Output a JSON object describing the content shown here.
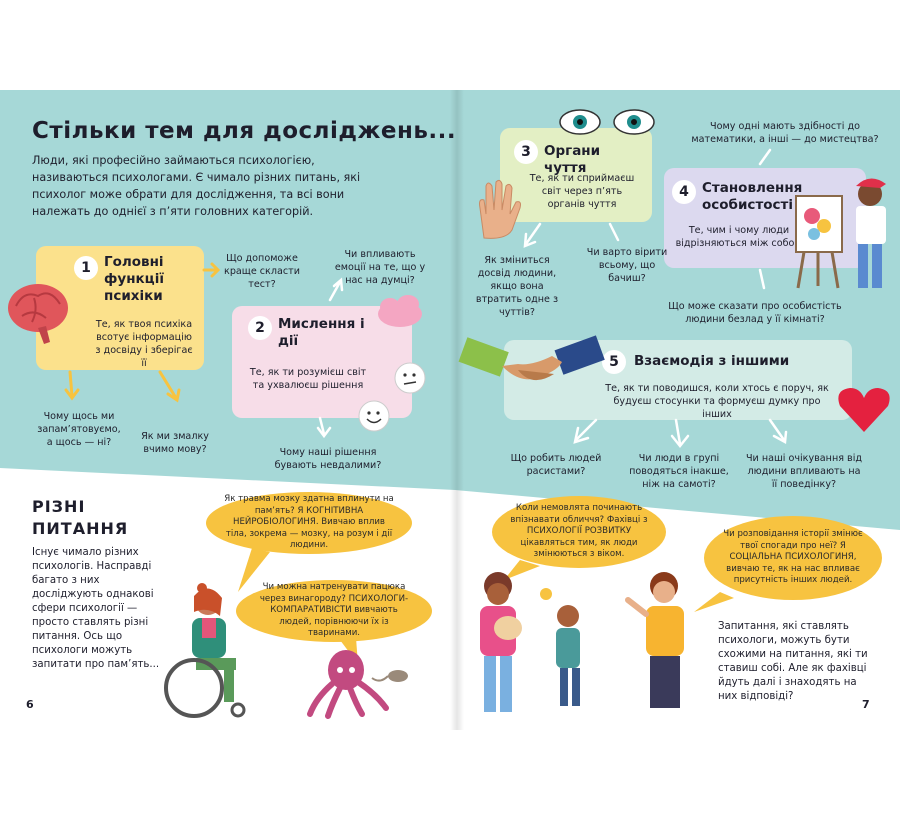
{
  "title": "Стільки тем для досліджень...",
  "intro": "Люди, які професійно займаються психологією, називаються психологами. Є чимало різних питань, які психолог може обрати для дослідження, та всі вони належать до однієї з п’яти головних категорій.",
  "categories": [
    {
      "num": "1",
      "title": "Головні функції психіки",
      "text": "Те, як твоя психіка всотує інформацію з досвіду і зберігає її"
    },
    {
      "num": "2",
      "title": "Мислення і дії",
      "text": "Те, як ти розумієш світ та ухвалюєш рішення"
    },
    {
      "num": "3",
      "title": "Органи чуття",
      "text": "Те, як ти сприймаєш світ через п’ять органів чуття"
    },
    {
      "num": "4",
      "title": "Становлення особистості",
      "text": "Те, чим і чому люди відрізняються між собою"
    },
    {
      "num": "5",
      "title": "Взаємодія з іншими",
      "text": "Те, як ти поводишся, коли хтось є поруч, як будуєш стосунки та формуєш думку про інших"
    }
  ],
  "questions": {
    "q1a": "Що допоможе краще скласти тест?",
    "q1b": "Чому щось ми запам’ятовуємо, а щось — ні?",
    "q1c": "Як ми змалку вчимо мову?",
    "q2a": "Чи впливають емоції на те, що у нас на думці?",
    "q2b": "Чому наші рішення бувають невдалими?",
    "q3a": "Як зміниться досвід людини, якщо вона втратить одне з чуттів?",
    "q3b": "Чи варто вірити всьому, що бачиш?",
    "q4a": "Чому одні мають здібності до математики, а інші — до мистецтва?",
    "q4b": "Що може сказати про особистість людини безлад у її кімнаті?",
    "q5a": "Що робить людей расистами?",
    "q5b": "Чи люди в групі поводяться інакше, ніж на самоті?",
    "q5c": "Чи наші очікування від людини впливають на її поведінку?"
  },
  "section2": {
    "heading": "РІЗНІ ПИТАННЯ",
    "para_left": "Існує чимало різних психологів. Насправді багато з них досліджують однакові сфери психології — просто ставлять різні питання. Ось що психологи можуть запитати про пам’ять...",
    "bubble1": "Як травма мозку здатна вплинути на пам’ять? Я КОГНІТИВНА НЕЙРОБІОЛОГИНЯ. Вивчаю вплив тіла, зокрема — мозку, на розум і дії людини.",
    "bubble2": "Чи можна натренувати пацюка через винагороду? ПСИХОЛОГИ-КОМПАРАТИВІСТИ вивчають людей, порівнюючи їх із тваринами.",
    "bubble3": "Коли немовлята починають впізнавати обличчя? Фахівці з ПСИХОЛОГІЇ РОЗВИТКУ цікавляться тим, як люди змінюються з віком.",
    "bubble4": "Чи розповідання історії змінює твої спогади про неї? Я СОЦІАЛЬНА ПСИХОЛОГИНЯ, вивчаю те, як на нас впливає присутність інших людей.",
    "para_right": "Запитання, які ставлять психологи, можуть бути схожими на питання, які ти ставиш собі. Але як фахівці йдуть далі і знаходять на них відповіді?"
  },
  "pages": {
    "left": "6",
    "right": "7"
  },
  "colors": {
    "teal": "#a6d8d7",
    "yellow_box": "#fbe18c",
    "pink_box": "#f7dde8",
    "green_box": "#e3efc4",
    "lavender_box": "#dcd9ef",
    "mint_box": "#d3ebe6",
    "bubble": "#f7c340"
  }
}
